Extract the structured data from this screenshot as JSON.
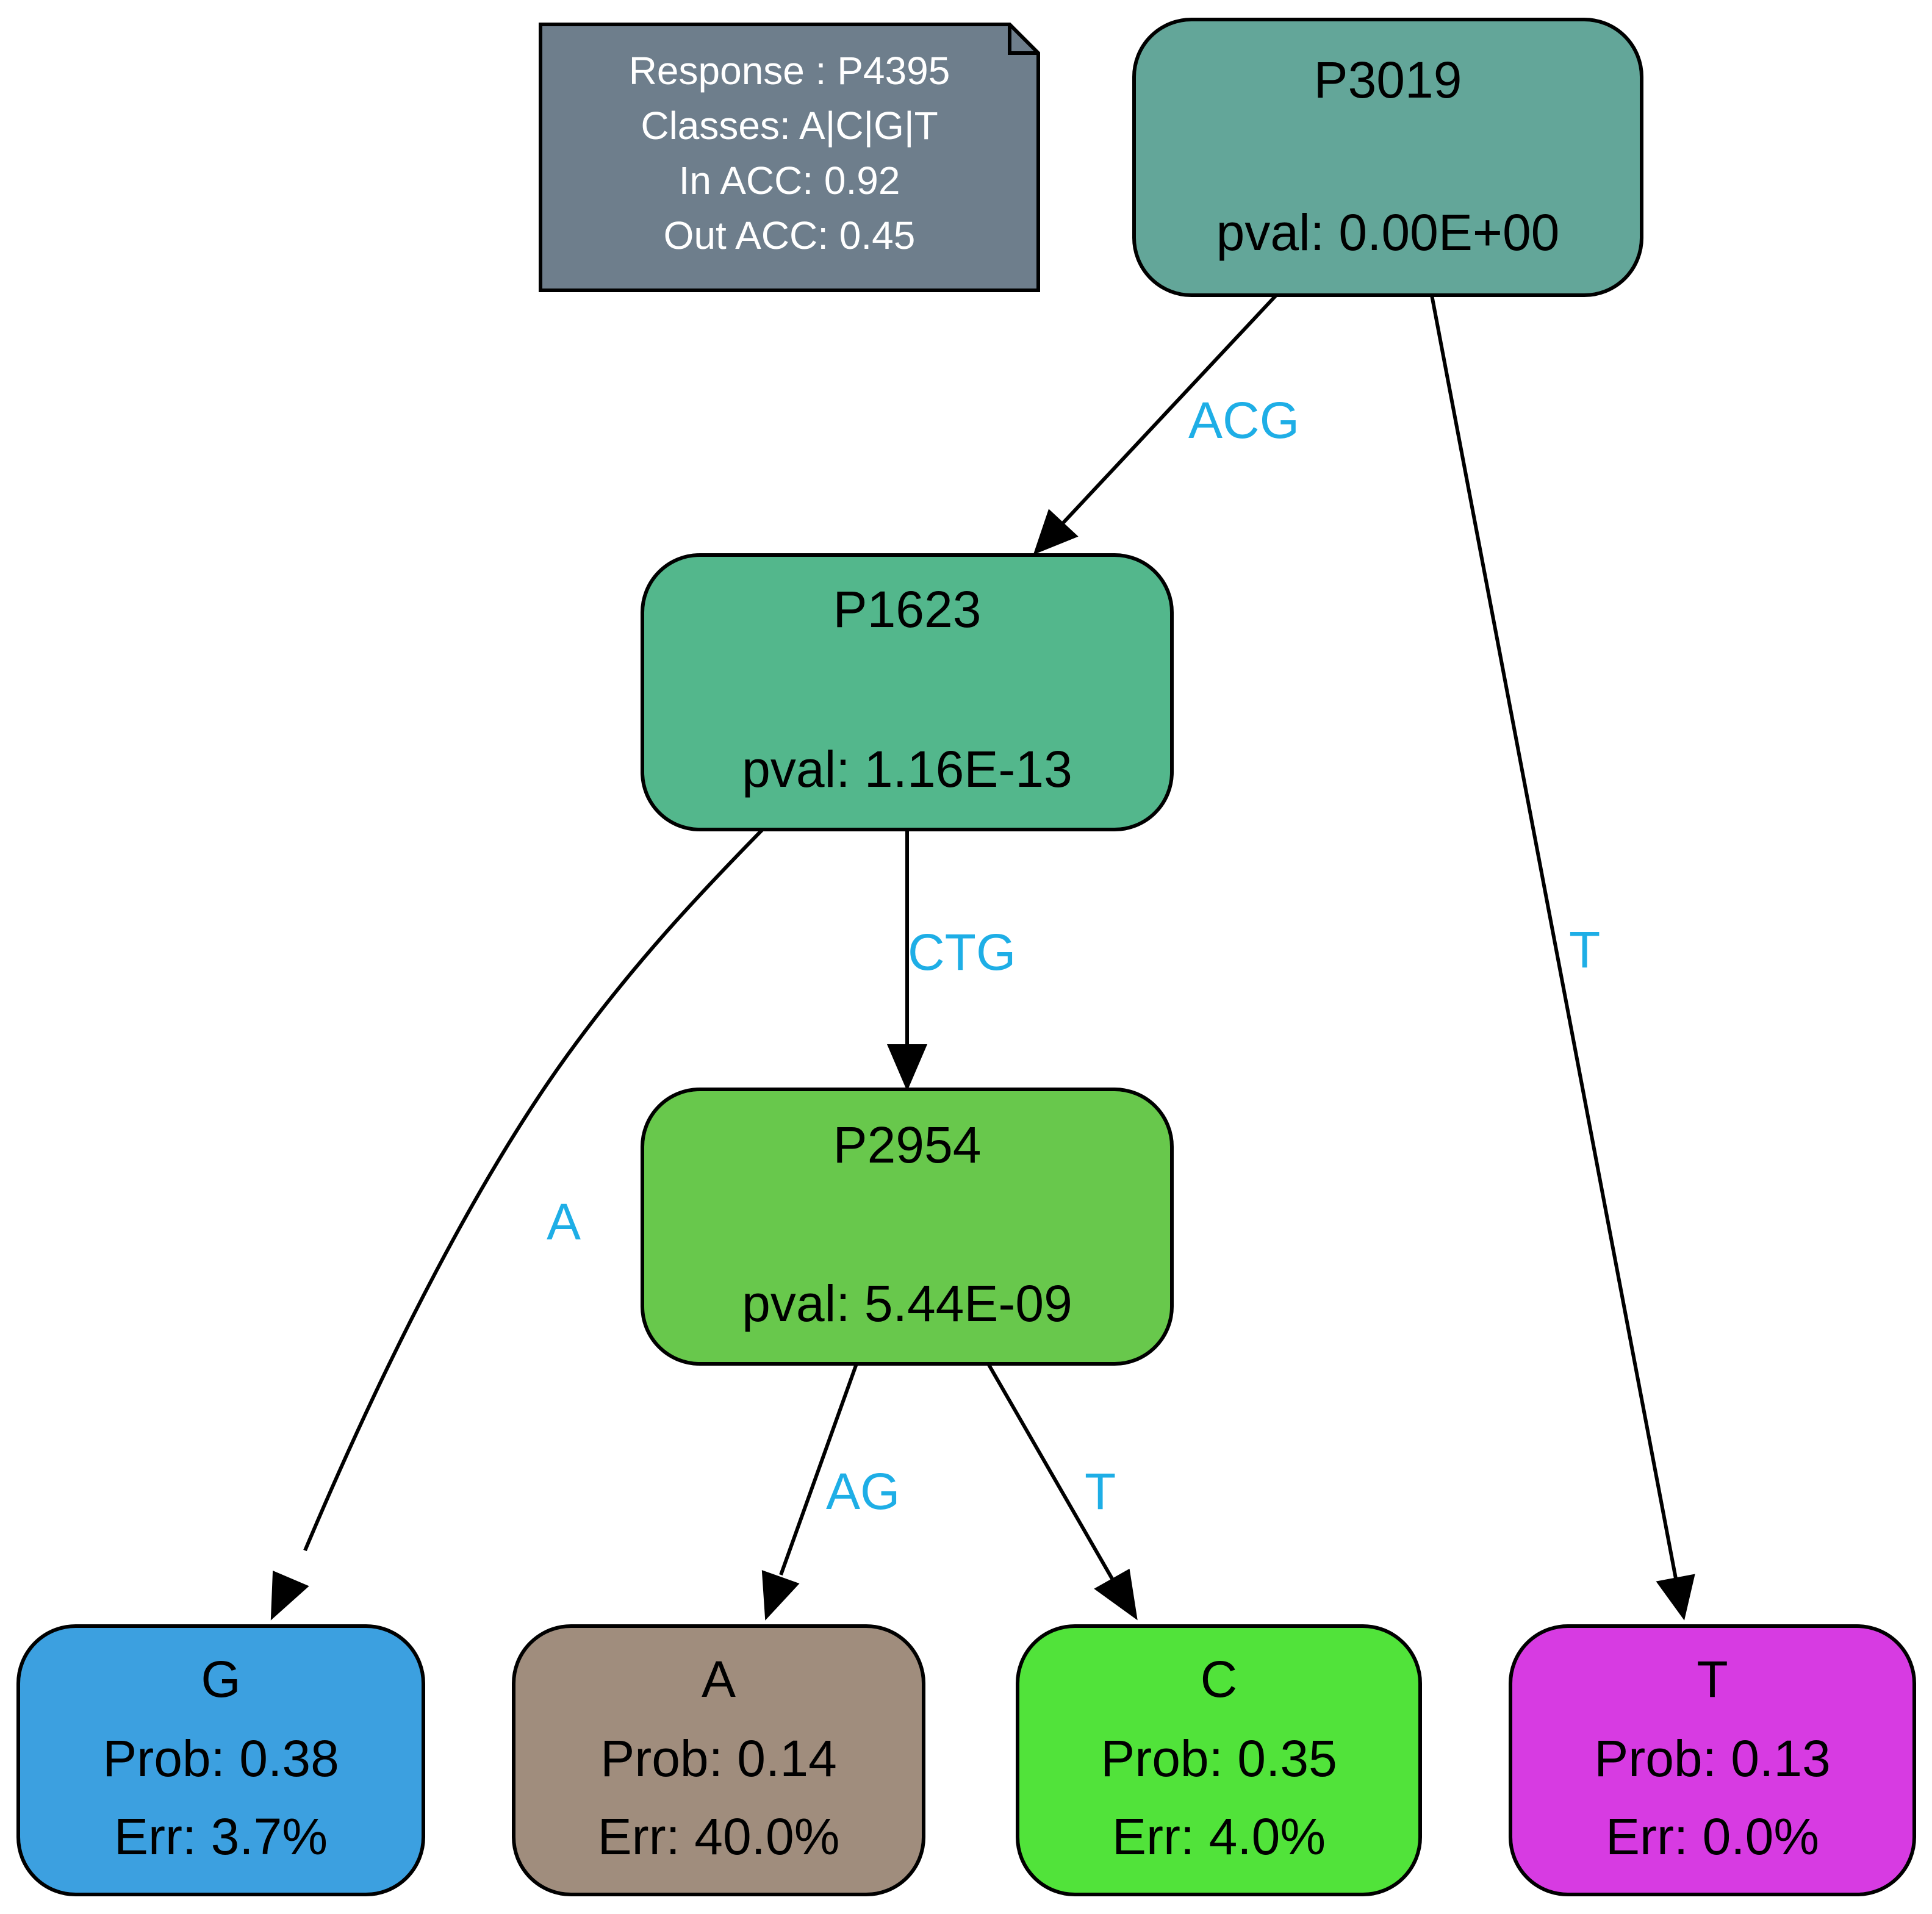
{
  "info": {
    "lines": [
      "Response : P4395",
      "Classes: A|C|G|T",
      "In ACC: 0.92",
      "Out ACC: 0.45"
    ],
    "color": "#6e7e8c"
  },
  "nodes": {
    "p3019": {
      "title": "P3019",
      "pval": "pval: 0.00E+00",
      "color": "#63a699"
    },
    "p1623": {
      "title": "P1623",
      "pval": "pval: 1.16E-13",
      "color": "#53b78c"
    },
    "p2954": {
      "title": "P2954",
      "pval": "pval: 5.44E-09",
      "color": "#68c84c"
    }
  },
  "leaves": {
    "g": {
      "label": "G",
      "prob": "Prob: 0.38",
      "err": "Err: 3.7%",
      "color": "#3ca0e0"
    },
    "a": {
      "label": "A",
      "prob": "Prob: 0.14",
      "err": "Err: 40.0%",
      "color": "#a08d7d"
    },
    "c": {
      "label": "C",
      "prob": "Prob: 0.35",
      "err": "Err: 4.0%",
      "color": "#51e33a"
    },
    "t": {
      "label": "T",
      "prob": "Prob: 0.13",
      "err": "Err: 0.0%",
      "color": "#d73be2"
    }
  },
  "edges": {
    "p3019_p1623": "ACG",
    "p3019_t": "T",
    "p1623_g": "A",
    "p1623_p2954": "CTG",
    "p2954_a": "AG",
    "p2954_c": "T"
  }
}
